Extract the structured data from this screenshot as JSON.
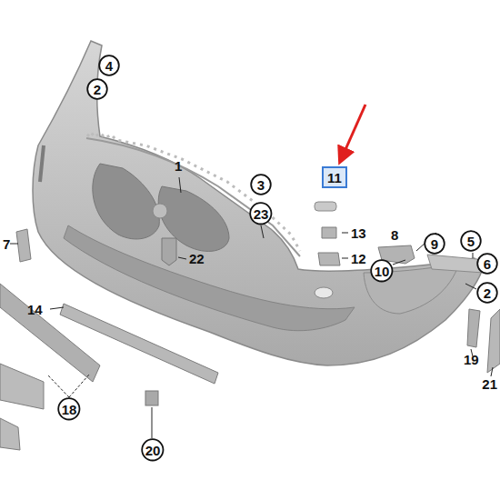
{
  "diagram": {
    "nodes": [
      {
        "text": [
          "4"
        ]
      },
      {
        "text": [
          "2"
        ]
      },
      {
        "text": [
          "11"
        ]
      },
      {
        "text": [
          "3"
        ]
      },
      {
        "text": [
          "23"
        ]
      },
      {
        "text": [
          "5"
        ]
      },
      {
        "text": [
          "9"
        ]
      },
      {
        "text": [
          "6"
        ]
      },
      {
        "text": [
          "10"
        ]
      },
      {
        "text": [
          "2"
        ]
      },
      {
        "text": [
          "18"
        ]
      },
      {
        "text": [
          "20"
        ]
      }
    ],
    "labels": [
      "1",
      "13",
      "22",
      "7",
      "12",
      "8",
      "14",
      "19",
      "21"
    ]
  }
}
